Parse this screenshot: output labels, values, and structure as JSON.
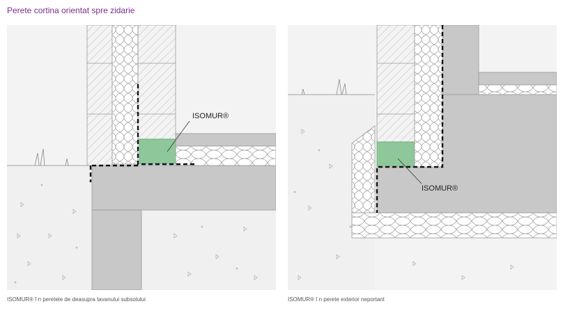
{
  "title": "Perete cortina orientat spre zidarie",
  "left": {
    "label": "ISOMUR®",
    "caption": "ISOMUR® î n peretele de deasupra tavanului subsolului"
  },
  "right": {
    "label": "ISOMUR®",
    "caption": "ISOMUR® î n perete exterior neportant"
  },
  "colors": {
    "isomur": "#8ec89a",
    "concrete": "#c8c8c8",
    "ground": "#f3f3f3",
    "accent": "#7b2c8e"
  }
}
